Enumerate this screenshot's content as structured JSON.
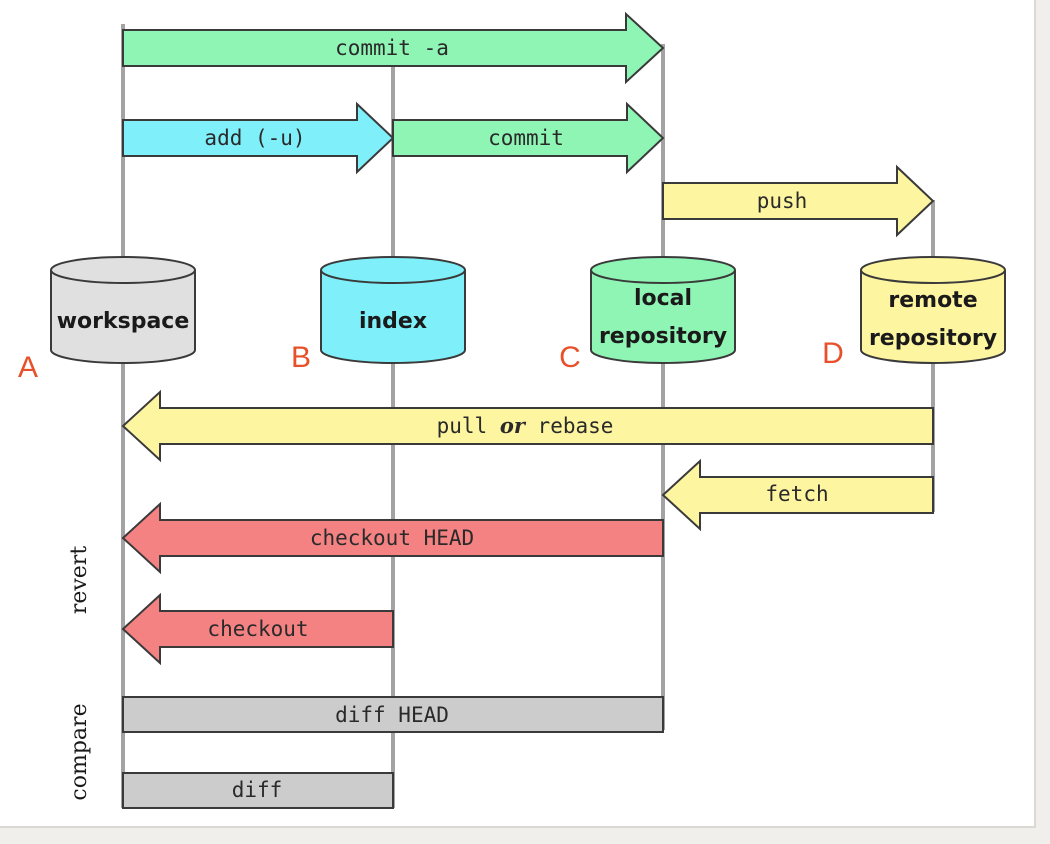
{
  "colors": {
    "green": "#8ff5b4",
    "cyan": "#7ff0fa",
    "yellow": "#fdf5a0",
    "red": "#f58282",
    "gray": "#cccccc",
    "workspace": "#e0e0e0",
    "letters": "#e8502a"
  },
  "stores": {
    "workspace": {
      "line1": "workspace",
      "line2": "",
      "letter": "A"
    },
    "index": {
      "line1": "index",
      "line2": "",
      "letter": "B"
    },
    "local": {
      "line1": "local",
      "line2": "repository",
      "letter": "C"
    },
    "remote": {
      "line1": "remote",
      "line2": "repository",
      "letter": "D"
    }
  },
  "commands": {
    "commit_a": "commit -a",
    "add": "add (-u)",
    "commit": "commit",
    "push": "push",
    "pull_pre": "pull",
    "pull_or": "or",
    "pull_post": "rebase",
    "fetch": "fetch",
    "checkout_head": "checkout HEAD",
    "checkout": "checkout",
    "diff_head": "diff HEAD",
    "diff": "diff"
  },
  "groups": {
    "revert": "revert",
    "compare": "compare"
  }
}
